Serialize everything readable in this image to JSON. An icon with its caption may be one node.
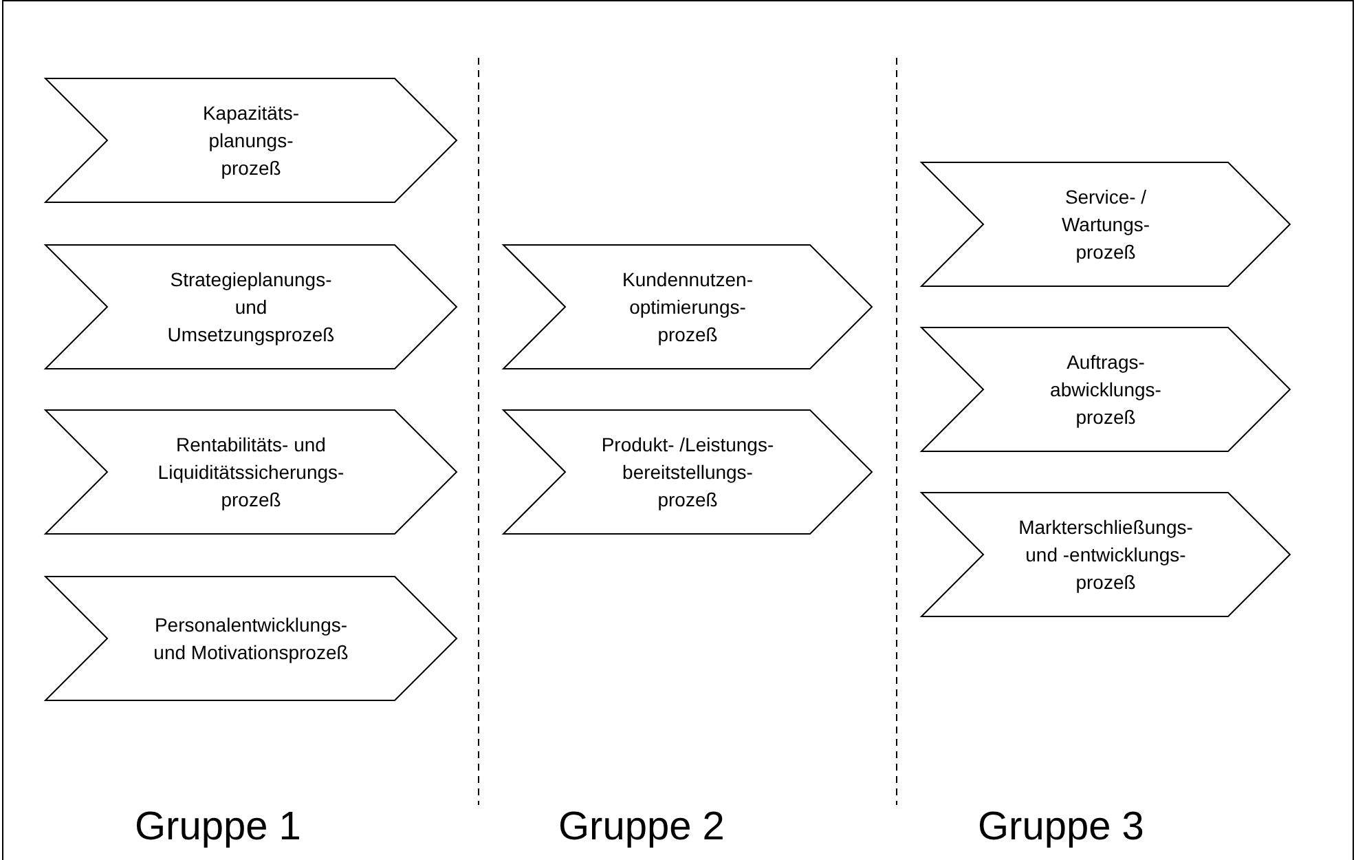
{
  "diagram": {
    "nodes": [
      {
        "text": [
          "Kapazitäts- planungs- prozeß"
        ]
      },
      {
        "text": [
          "Strategieplanungs- und Umsetzungsprozeß"
        ]
      },
      {
        "text": [
          "Rentabilitäts- und Liquiditätssicherungs- prozeß"
        ]
      },
      {
        "text": [
          "Personalentwicklungs- und Motivationsprozeß"
        ]
      },
      {
        "text": [
          "Kundennutzen- optimierungs- prozeß"
        ]
      },
      {
        "text": [
          "Produkt- /Leistungs- bereitstellungs- prozeß"
        ]
      },
      {
        "text": [
          "Service- / Wartungs- prozeß"
        ]
      },
      {
        "text": [
          "Auftrags- abwicklungs- prozeß"
        ]
      },
      {
        "text": [
          "Markterschließungs- und -entwicklungs- prozeß"
        ]
      }
    ],
    "labels": [
      "Gruppe 1",
      "Gruppe 2",
      "Gruppe 3"
    ]
  }
}
